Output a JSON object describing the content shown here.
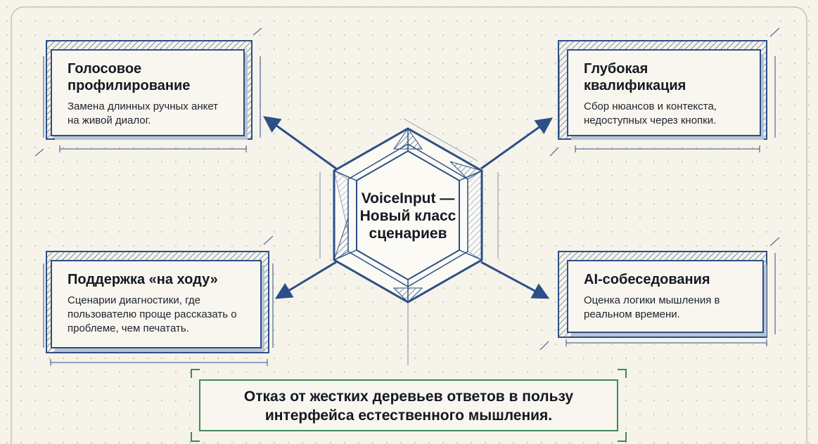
{
  "center": {
    "title": "VoiceInput — Новый класс сценариев"
  },
  "boxes": [
    {
      "title": "Голосовое профилирование",
      "desc": "Замена длинных ручных анкет на живой диалог."
    },
    {
      "title": "Глубокая квалификация",
      "desc": "Сбор нюансов и контекста, недоступных через кнопки."
    },
    {
      "title": "Поддержка «на ходу»",
      "desc": "Сценарии диагностики, где пользователю проще рассказать о проблеме, чем печатать."
    },
    {
      "title": "AI-собеседования",
      "desc": "Оценка логики мышления в реальном времени."
    }
  ],
  "conclusion": {
    "text": "Отказ от жестких деревьев ответов в пользу интерфейса естественного мышления."
  },
  "colors": {
    "line": "#2c4f86",
    "accent": "#3c8a5a",
    "background": "#f6f3ea"
  }
}
